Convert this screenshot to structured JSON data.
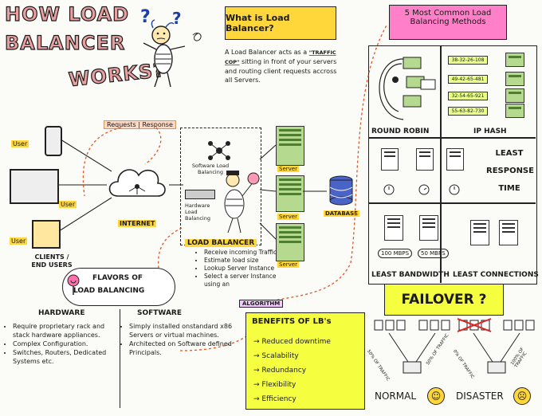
{
  "title": {
    "line1": "HOW LOAD",
    "line2": "BALANCER",
    "line3": "WORKS?"
  },
  "what_is": {
    "heading": "What is Load Balancer?",
    "body_part1": "A Load Balancer acts as a",
    "traffic_cop": "\"TRAFFIC COP\"",
    "body_part2": "sitting in front of your servers and routing client requests accross all Servers."
  },
  "methods": {
    "heading": "5 Most Common Load Balancing Methods",
    "round_robin": "ROUND ROBIN",
    "ip_hash": "IP HASH",
    "ips": [
      "38-32-26-108",
      "49-42-65-481",
      "32-54-65-921",
      "55-63-82-730"
    ],
    "least_response_time": "LEAST RESPONSE TIME",
    "least_bandwidth": "LEAST BANDWIDTH",
    "least_connections": "LEAST CONNECTIONS",
    "bw1": "100 MBPS",
    "bw2": "50 MBPS"
  },
  "network": {
    "requests_response": "Requests | Response",
    "user": "User",
    "internet": "INTERNET",
    "clients": "CLIENTS / END USERS",
    "software_lb": "Software Load Balancing",
    "hardware_lb": "Hardware Load Balancing",
    "server": "Server",
    "database": "DATABASE",
    "load_balancer": "LOAD BALANCER"
  },
  "lb_tasks": [
    "Receive incoming Traffic",
    "Estimate load size",
    "Lookup Server Instance",
    "Select a server Instance using an"
  ],
  "algorithm": "ALGORITHM",
  "flavors": {
    "heading1": "FLAVORS OF",
    "heading2": "LOAD BALANCING"
  },
  "hardware": {
    "heading": "HARDWARE",
    "items": [
      "Require proprietary rack and stack hardware appliances.",
      "Complex Configuration.",
      "Switches, Routers, Dedicated Systems etc."
    ]
  },
  "software": {
    "heading": "SOFTWARE",
    "items": [
      "Simply installed onstandard x86 Servers or virtual machines.",
      "Architected on Software defined Principals."
    ]
  },
  "benefits": {
    "heading": "BENEFITS OF LB's",
    "items": [
      "Reduced downtime",
      "Scalability",
      "Redundancy",
      "Flexibility",
      "Efficiency"
    ]
  },
  "failover": {
    "heading": "FAILOVER ?",
    "normal": "NORMAL",
    "disaster": "DISASTER",
    "normal_left": "50% OF TRAFFIC",
    "normal_right": "50% OF TRAFFIC",
    "dis_left": "0% OF TRAFFIC",
    "dis_right": "100% OF TRAFFIC"
  },
  "colors": {
    "yellow": "#ffd73a",
    "pink": "#ff7fc8",
    "lime": "#f6ff3f",
    "green": "#b5d98e",
    "title": "#e8a0a0"
  }
}
